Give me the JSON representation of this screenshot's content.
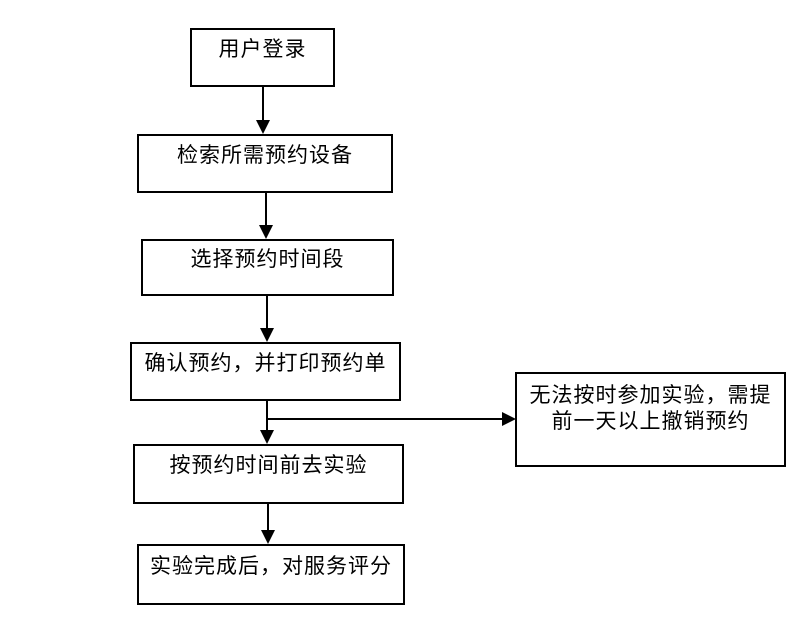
{
  "diagram": {
    "type": "flowchart",
    "background": "#ffffff",
    "colors": {
      "line": "#000000",
      "box_border": "#000000",
      "box_fill": "#ffffff",
      "text": "#000000"
    },
    "nodes": [
      {
        "id": "login",
        "label": "用户登录"
      },
      {
        "id": "search-equipment",
        "label": "检索所需预约设备"
      },
      {
        "id": "select-timeslot",
        "label": "选择预约时间段"
      },
      {
        "id": "confirm-print",
        "label": "确认预约，并打印预约单"
      },
      {
        "id": "attend-experiment",
        "label": "按预约时间前去实验"
      },
      {
        "id": "rate-service",
        "label": "实验完成后，对服务评分"
      },
      {
        "id": "cancel-policy",
        "label": "无法按时参加实验，需提\n前一天以上撤销预约"
      }
    ],
    "edges": [
      {
        "from": "login",
        "to": "search-equipment",
        "style": "arrow-down"
      },
      {
        "from": "search-equipment",
        "to": "select-timeslot",
        "style": "arrow-down"
      },
      {
        "from": "select-timeslot",
        "to": "confirm-print",
        "style": "arrow-down"
      },
      {
        "from": "confirm-print",
        "to": "attend-experiment",
        "style": "arrow-down"
      },
      {
        "from": "confirm-print",
        "to": "cancel-policy",
        "style": "arrow-right-branch"
      },
      {
        "from": "attend-experiment",
        "to": "rate-service",
        "style": "arrow-down"
      }
    ]
  }
}
